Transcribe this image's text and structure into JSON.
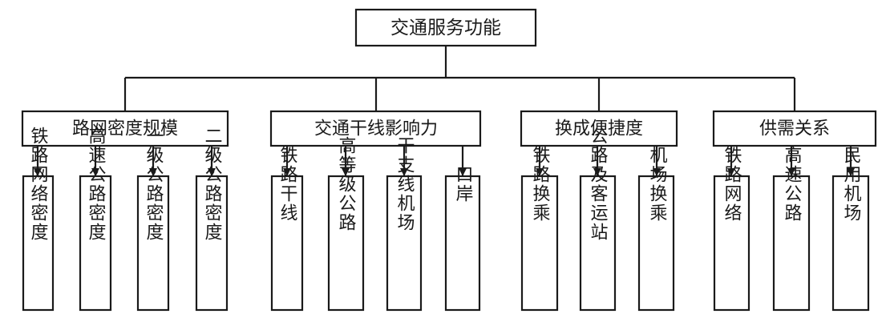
{
  "root": {
    "label": "交通服务功能"
  },
  "categories": [
    {
      "label": "路网密度规模",
      "leaves": [
        "铁路网络密度",
        "高速公路密度",
        "一级公路密度",
        "二级公路密度"
      ]
    },
    {
      "label": "交通干线影响力",
      "leaves": [
        "铁路干线",
        "高等级公路",
        "干支线机场",
        "口岸"
      ]
    },
    {
      "label": "换成便捷度",
      "leaves": [
        "铁路换乘",
        "公路及客运站",
        "机场换乘"
      ]
    },
    {
      "label": "供需关系",
      "leaves": [
        "铁路网络",
        "高速公路",
        "民用机场"
      ]
    }
  ]
}
